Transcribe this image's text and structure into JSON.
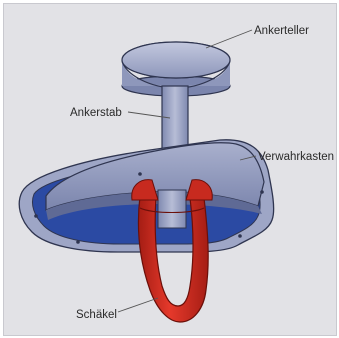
{
  "diagram": {
    "labels": {
      "ankerteller": "Ankerteller",
      "ankerstab": "Ankerstab",
      "verwahrkasten": "Verwahrkasten",
      "schaekel": "Schäkel"
    },
    "colors": {
      "background": "#e2e2e6",
      "metal": "#9aa3c4",
      "metal_dark": "#6f7aa3",
      "outline": "#2f3550",
      "cavity": "#2b4aa3",
      "shackle": "#d32a1e",
      "shackle_dark": "#8f1a12"
    }
  }
}
